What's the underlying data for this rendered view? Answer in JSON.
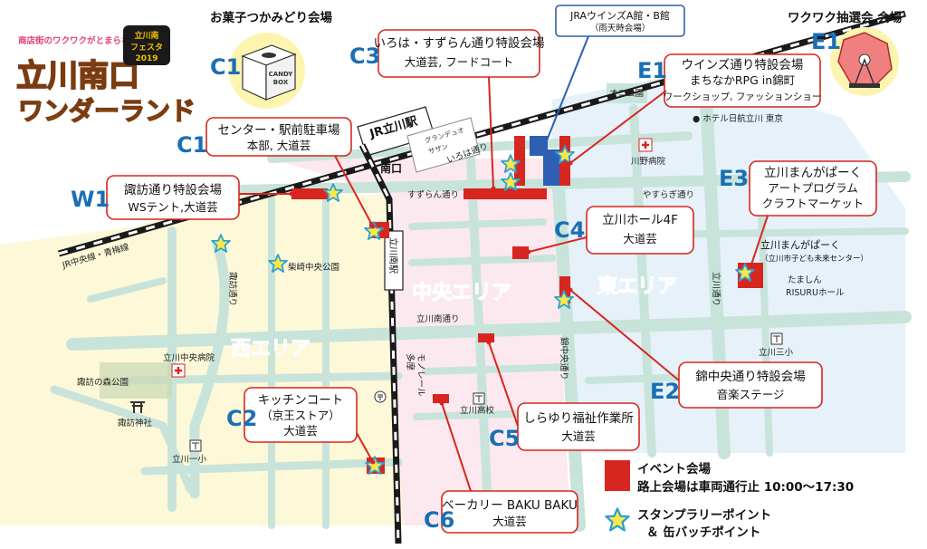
{
  "title": {
    "tagline": "商店街のワクワクがとまらない！",
    "main_line1": "立川南口",
    "main_line2": "ワンダーランド",
    "badge_line1": "立川南",
    "badge_line2": "フェスタ",
    "badge_line3": "2019"
  },
  "areas": {
    "west": "西エリア",
    "central": "中央エリア",
    "east": "東エリア"
  },
  "venues": {
    "c1_snack": {
      "code": "C1",
      "title": "お菓子つかみどり会場",
      "box_line1": "CANDY",
      "box_line2": "BOX"
    },
    "c1_parking": {
      "code": "C1",
      "line1": "センター・駅前駐車場",
      "line2": "本部, 大道芸"
    },
    "w1": {
      "code": "W1",
      "line1": "諏訪通り特設会場",
      "line2": "WSテント,大道芸"
    },
    "c3": {
      "code": "C3",
      "line1": "いろは・すずらん通り特設会場",
      "line2": "大道芸, フードコート"
    },
    "jra": {
      "line1": "JRAウインズA館・B館",
      "line2": "（雨天時会場）"
    },
    "e1_lottery": {
      "code": "E1",
      "title": "ワクワク抽選会 会場"
    },
    "e1": {
      "code": "E1",
      "line1": "ウインズ通り特設会場",
      "line2": "まちなかRPG in錦町",
      "line3": "ワークショップ, ファッションショー"
    },
    "e3": {
      "code": "E3",
      "line1": "立川まんがぱーく",
      "line2": "アートプログラム",
      "line3": "クラフトマーケット"
    },
    "c4": {
      "code": "C4",
      "line1": "立川ホール4F",
      "line2": "大道芸"
    },
    "e2": {
      "code": "E2",
      "line1": "錦中央通り特設会場",
      "line2": "音楽ステージ"
    },
    "c5": {
      "code": "C5",
      "line1": "しらゆり福祉作業所",
      "line2": "大道芸"
    },
    "c2": {
      "code": "C2",
      "line1": "キッチンコート",
      "line2": "（京王ストア）",
      "line3": "大道芸"
    },
    "c6": {
      "code": "C6",
      "line1": "ベーカリー BAKU BAKU",
      "line2": "大道芸"
    }
  },
  "labels": {
    "jr_station": "JR立川駅",
    "south_exit": "南口",
    "grandeo1": "グランデュオ",
    "grandeo2": "サザン",
    "iroha_st": "いろは通り",
    "suzuran_st": "すずらん通り",
    "yasuragi_st": "やすらぎ通り",
    "jr_line": "JR中央線・青梅線",
    "suwa_st": "諏訪通り",
    "shibasaki_park": "柴崎中央公園",
    "tachikawa_minami_st": "立川南通り",
    "monorail_station": "立川南駅",
    "monorail_line1": "多摩",
    "monorail_line2": "モノレール",
    "nishiki_st": "錦中央通り",
    "tachikawa_st": "立川通り",
    "oni_park": "オニ公園",
    "hotel": "● ホテル日航立川 東京",
    "kawano_hospital": "川野病院",
    "manga_park_sub": "立川まんがぱーく",
    "manga_park_sub2": "（立川市子ども未来センター）",
    "tamashin1": "たましん",
    "tamashin2": "RISURUホール",
    "sansho": "立川三小",
    "chuo_hospital": "立川中央病院",
    "suwa_forest": "諏訪の森公園",
    "suwa_shrine": "諏訪神社",
    "isshou": "立川一小",
    "tachikawa_hs": "立川高校"
  },
  "legend": {
    "venue_line1": "イベント会場",
    "venue_line2": "路上会場は車両通行止 10:00〜17:30",
    "stamp_line1": "スタンプラリーポイント",
    "stamp_line2": "＆ 缶バッチポイント"
  },
  "colors": {
    "road": "#c8e4da",
    "west_area": "#fdf8d8",
    "central_area": "#fbe9ef",
    "east_area": "#e6f1f9",
    "venue_red": "#d7261f",
    "code_blue": "#1a6fb5",
    "star_yellow": "#f9e84a",
    "star_outline": "#2a9fd6"
  }
}
